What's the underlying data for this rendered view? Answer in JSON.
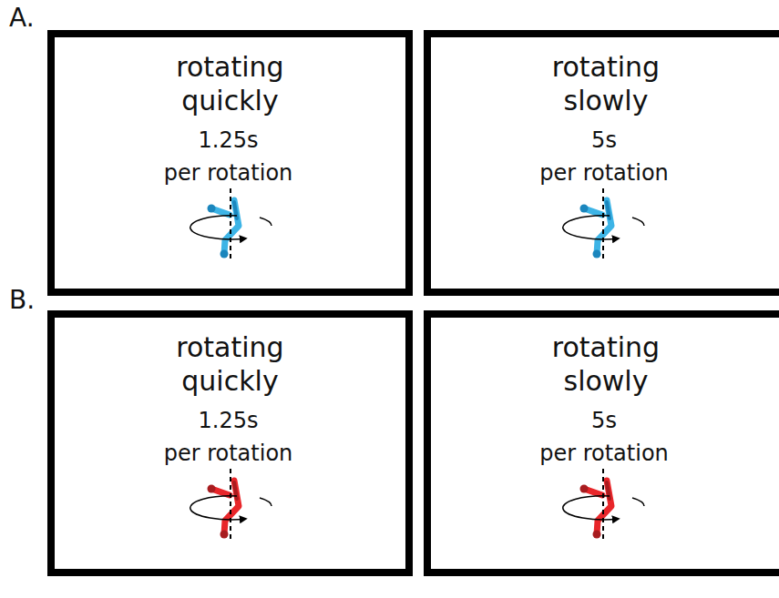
{
  "diagram": {
    "nodes": [
      {
        "text": [
          "rotating quickly",
          "1.25s",
          "per rotation"
        ]
      },
      {
        "text": [
          "rotating slowly",
          "5s",
          "per rotation"
        ]
      },
      {
        "text": [
          "rotating quickly",
          "1.25s",
          "per rotation"
        ]
      },
      {
        "text": [
          "rotating slowly",
          "5s",
          "per rotation"
        ]
      }
    ],
    "labels": [
      "A.",
      "B."
    ]
  }
}
